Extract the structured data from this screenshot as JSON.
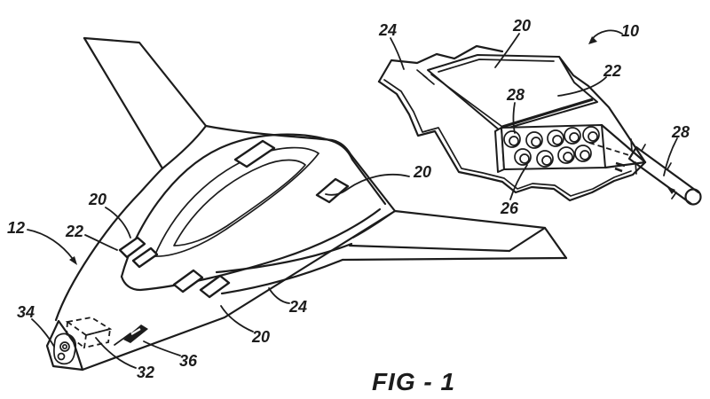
{
  "figure": {
    "caption": "FIG - 1"
  },
  "colors": {
    "ink": "#1c1c1c",
    "paper": "#ffffff"
  },
  "main_view": {
    "name": "aircraft perspective view",
    "labels": {
      "ref12": "12",
      "ref20_port": "20",
      "ref22": "22",
      "ref34": "34",
      "ref32": "32",
      "ref36": "36",
      "ref24": "24",
      "ref20_belly": "20",
      "ref20_starboard": "20"
    }
  },
  "detail_view": {
    "name": "weapons bay detail view",
    "labels": {
      "ref24": "24",
      "ref20": "20",
      "ref10": "10",
      "ref22": "22",
      "ref28_tubes": "28",
      "ref26": "26",
      "ref28_missile": "28"
    }
  }
}
